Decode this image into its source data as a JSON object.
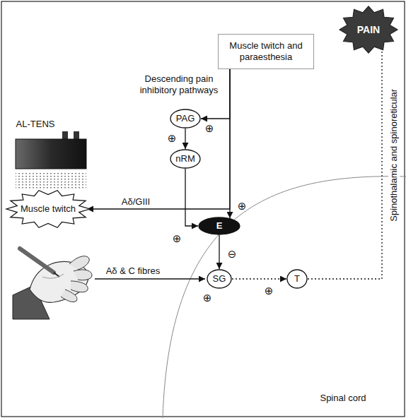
{
  "diagram": {
    "nodes": [
      {
        "text": [
          "PAIN"
        ]
      },
      {
        "text": [
          "Muscle twitch and paraesthesia"
        ]
      },
      {
        "text": [
          "AL-TENS"
        ]
      },
      {
        "text": [
          "PAG"
        ]
      },
      {
        "text": [
          "nRM"
        ]
      },
      {
        "text": [
          "Muscle twitch"
        ]
      },
      {
        "text": [
          "E"
        ]
      },
      {
        "text": [
          "SG"
        ]
      },
      {
        "text": [
          "T"
        ]
      }
    ],
    "edges": [
      {
        "from": 1,
        "to": 6,
        "arrow": "to"
      },
      {
        "from": 1,
        "to": 3,
        "arrow": "to"
      },
      {
        "from": 1,
        "to": 5,
        "label": "Aδ/GIII",
        "arrow": "to"
      },
      {
        "from": 3,
        "to": 4,
        "arrow": "to"
      },
      {
        "from": 4,
        "to": 6,
        "arrow": "to"
      },
      {
        "from": 6,
        "to": 7,
        "arrow": "to"
      },
      {
        "from": 7,
        "to": 8,
        "arrow": "to"
      },
      {
        "from": 8,
        "to": 0,
        "arrow": "none"
      }
    ],
    "labels": [
      "Descending pain inhibitory pathways",
      "Aδ & C fibres",
      "Spinothalamic and spinoreticular",
      "Spinal cord",
      "⊕",
      "⊕",
      "⊕",
      "⊕",
      "⊖",
      "⊕",
      "⊕"
    ]
  }
}
